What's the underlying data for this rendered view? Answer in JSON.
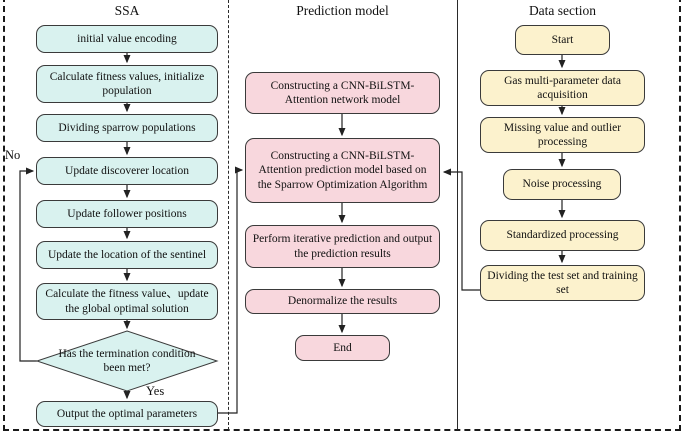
{
  "diagram": {
    "columns": [
      {
        "id": "ssa",
        "title": "SSA",
        "box_color": "#d9f2ef",
        "boxes": [
          "initial value encoding",
          "Calculate fitness values, initialize population",
          "Dividing sparrow populations",
          "Update discoverer location",
          "Update follower positions",
          "Update the location of the sentinel",
          "Calculate the fitness value、update the global optimal solution",
          "Output the optimal parameters"
        ],
        "decision": "Has the termination condition been met?",
        "no_label": "No",
        "yes_label": "Yes"
      },
      {
        "id": "prediction",
        "title": "Prediction model",
        "box_color": "#f8d7dd",
        "boxes": [
          "Constructing a CNN-BiLSTM-Attention network model",
          "Constructing a CNN-BiLSTM-Attention prediction model based on the Sparrow Optimization Algorithm",
          "Perform iterative prediction and output the prediction results",
          "Denormalize the results",
          "End"
        ]
      },
      {
        "id": "data",
        "title": "Data section",
        "box_color": "#fcf2cd",
        "boxes": [
          "Start",
          "Gas multi-parameter data acquisition",
          "Missing value and outlier processing",
          "Noise processing",
          "Standardized processing",
          "Dividing the test set and training set"
        ]
      }
    ],
    "line_color": "#222222"
  }
}
